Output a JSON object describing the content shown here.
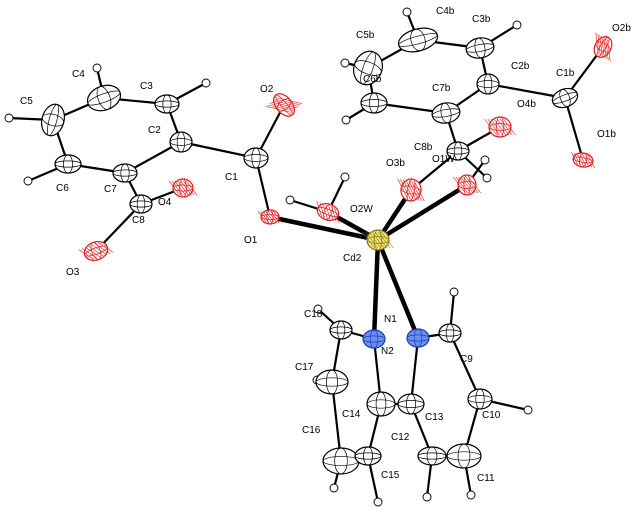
{
  "colors": {
    "background": "#ffffff",
    "carbon_fill": "#ffffff",
    "oxygen_stroke": "#e21b1b",
    "nitrogen_fill": "#6b8ff0",
    "cadmium_fill": "#f3e27a",
    "bond": "#000000"
  },
  "labels": [
    "C4b",
    "C3b",
    "C5b",
    "O2b",
    "C6b",
    "C2b",
    "C1b",
    "C7b",
    "O4b",
    "O1b",
    "C8b",
    "O3b",
    "O1W",
    "C4",
    "C3",
    "O2",
    "C5",
    "C2",
    "C1",
    "C6",
    "C7",
    "O4",
    "C8",
    "O2W",
    "O1",
    "Cd2",
    "O3",
    "C18",
    "N1",
    "N2",
    "C9",
    "C17",
    "C14",
    "C13",
    "C10",
    "C16",
    "C12",
    "C15",
    "C11"
  ]
}
